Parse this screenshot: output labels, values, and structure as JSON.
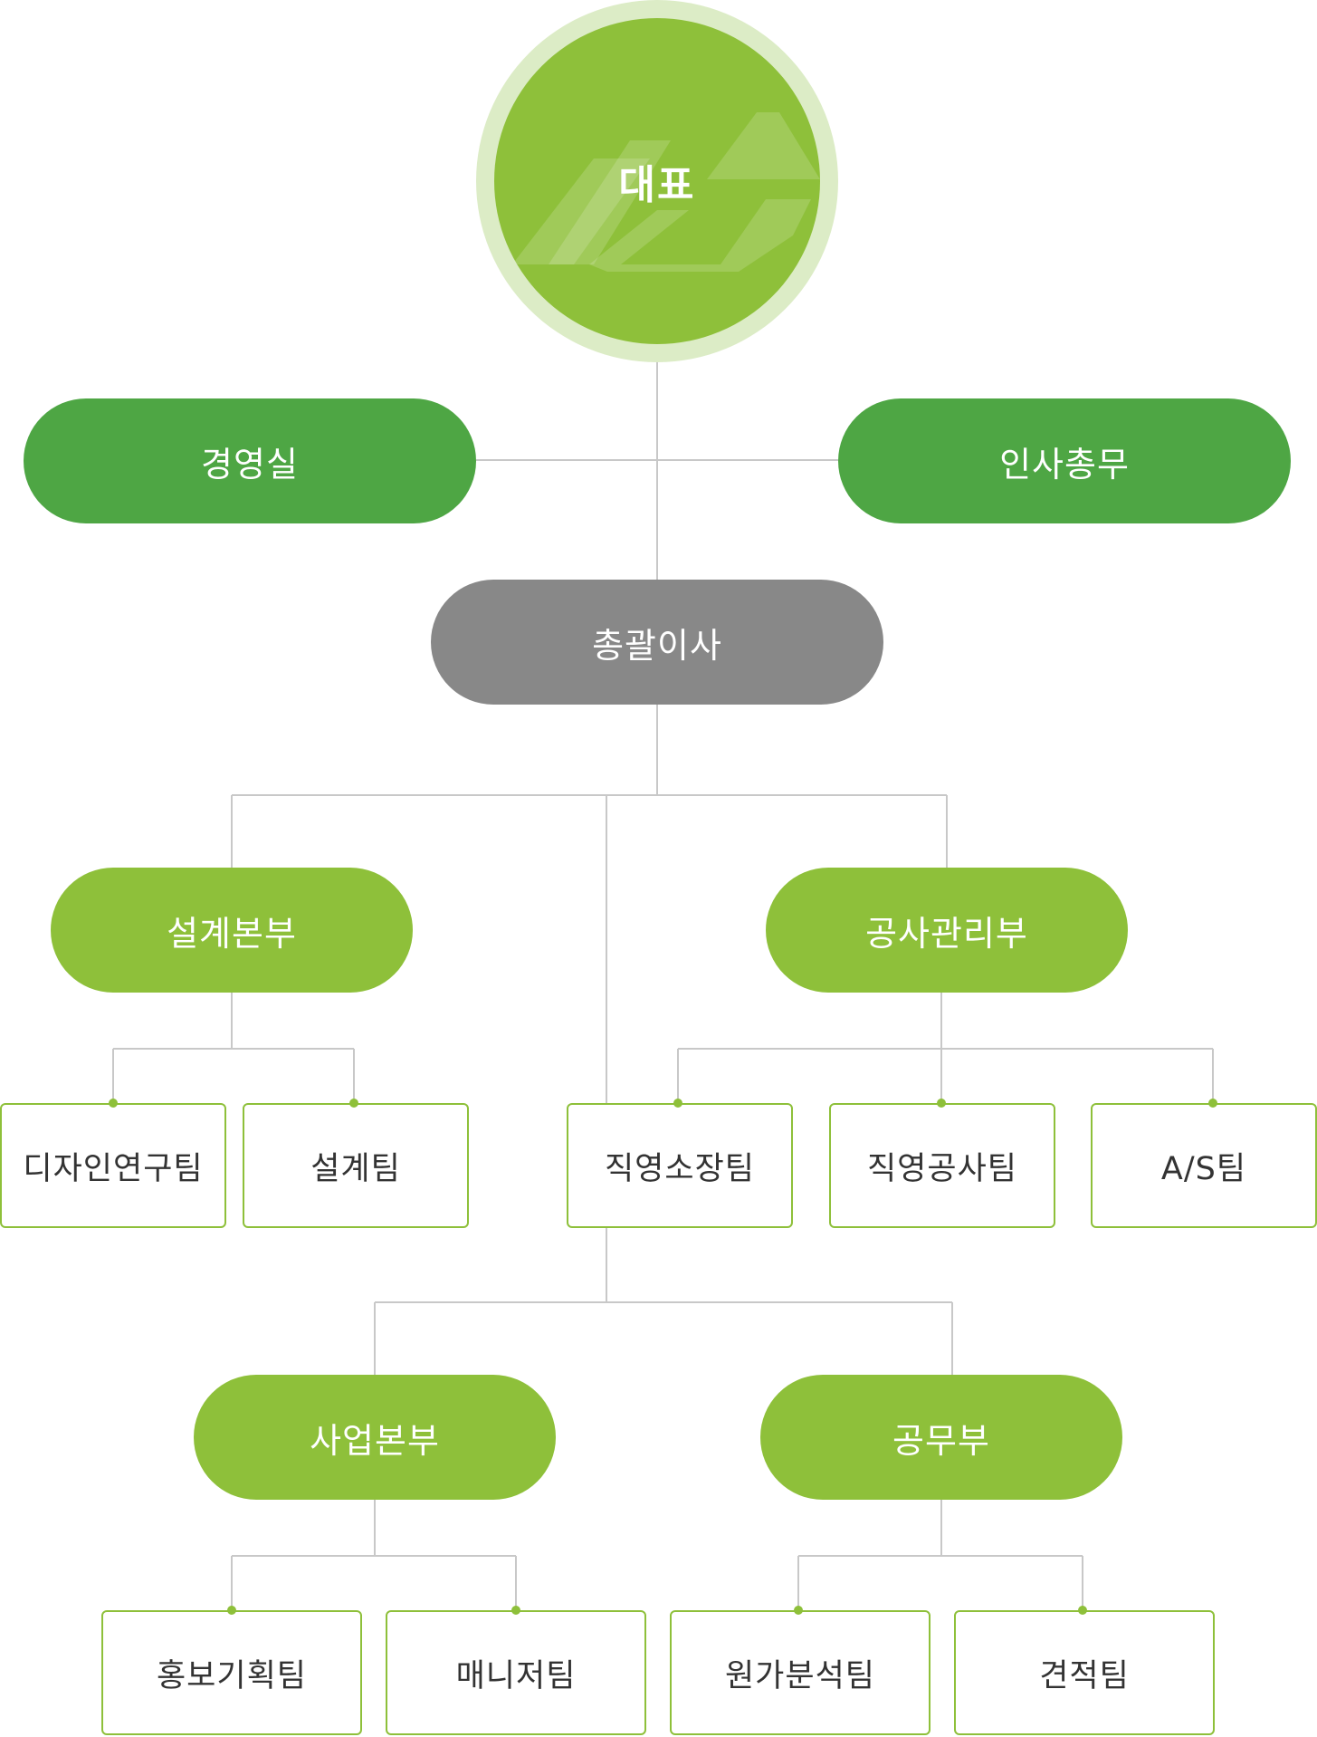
{
  "colors": {
    "dark_green": "#4ea644",
    "light_green": "#8ec03a",
    "gray": "#888888",
    "halo": "#dcecc6",
    "line": "#c8c8c8"
  },
  "ceo": {
    "label": "대표",
    "icon": "company-logo-icon"
  },
  "staff": {
    "left": "경영실",
    "right": "인사총무"
  },
  "director": "총괄이사",
  "divisions": {
    "design_hq": "설계본부",
    "construction_mgmt": "공사관리부",
    "business_hq": "사업본부",
    "works": "공무부"
  },
  "teams": {
    "design_research": "디자인연구팀",
    "design": "설계팀",
    "direct_site": "직영소장팀",
    "direct_construction": "직영공사팀",
    "after_service": "A/S팀",
    "pr_planning": "홍보기획팀",
    "manager": "매니저팀",
    "cost_analysis": "원가분석팀",
    "estimation": "견적팀"
  }
}
